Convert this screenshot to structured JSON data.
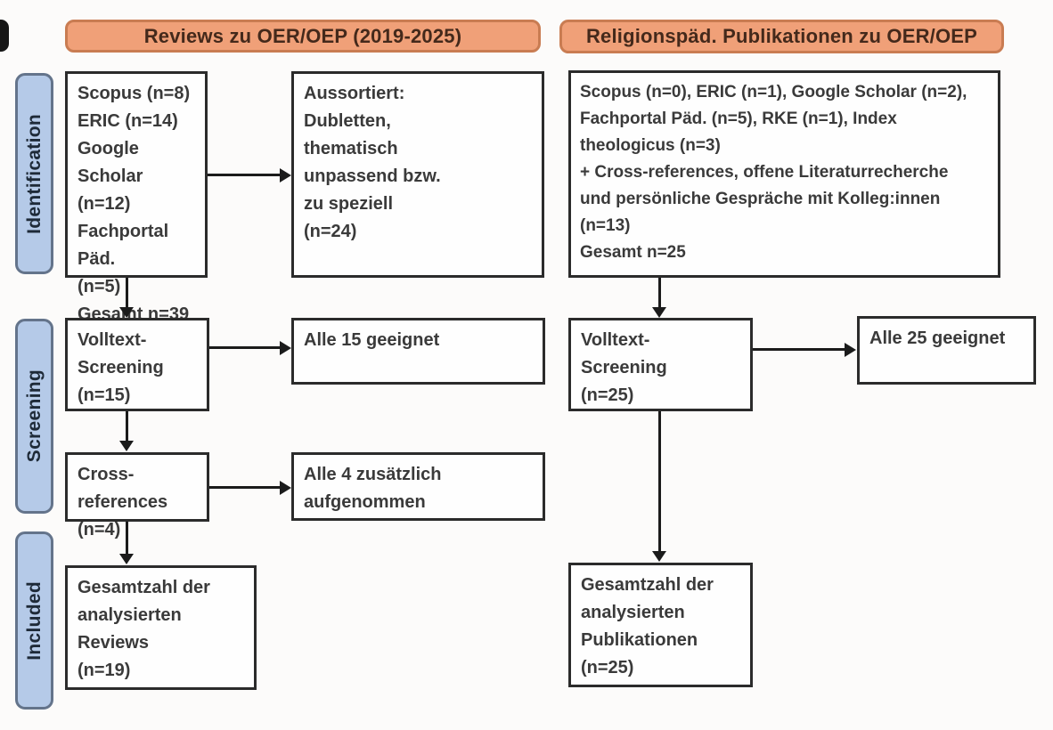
{
  "diagram": {
    "type": "prisma-flow",
    "stages": {
      "identification": "Identification",
      "screening": "Screening",
      "included": "Included"
    },
    "left_column": {
      "header": "Reviews zu OER/OEP (2019-2025)",
      "sources_box": "Scopus (n=8)\nERIC (n=14)\nGoogle Scholar\n(n=12)\nFachportal Päd.\n(n=5)\nGesamt n=39",
      "excluded_box": "Aussortiert:\nDubletten,\nthematisch\nunpassend bzw.\nzu speziell\n(n=24)",
      "fulltext_box": "Volltext-\nScreening\n(n=15)",
      "fulltext_result_box": "Alle 15 geeignet",
      "crossref_box": "Cross-references\n(n=4)",
      "crossref_result_box": "Alle 4 zusätzlich\naufgenommen",
      "included_box": "Gesamtzahl der\nanalysierten\nReviews\n(n=19)"
    },
    "right_column": {
      "header": "Religionspäd. Publikationen zu OER/OEP",
      "sources_box": "Scopus (n=0), ERIC (n=1), Google Scholar (n=2),\nFachportal Päd. (n=5), RKE (n=1), Index\ntheologicus (n=3)\n+ Cross-references, offene Literaturrecherche\nund persönliche Gespräche mit Kolleg:innen\n(n=13)\nGesamt n=25",
      "fulltext_box": "Volltext-\nScreening\n(n=25)",
      "fulltext_result_box": "Alle 25 geeignet",
      "included_box": "Gesamtzahl der\nanalysierten\nPublikationen\n(n=25)"
    },
    "colors": {
      "header_fill": "#f0a078",
      "header_border": "#c97c52",
      "header_text": "#44291b",
      "stage_fill": "#b5cae8",
      "stage_border": "#64748b",
      "box_border": "#2b2b2b",
      "box_text": "#3a3a3a",
      "arrow": "#1b1b1b"
    }
  }
}
